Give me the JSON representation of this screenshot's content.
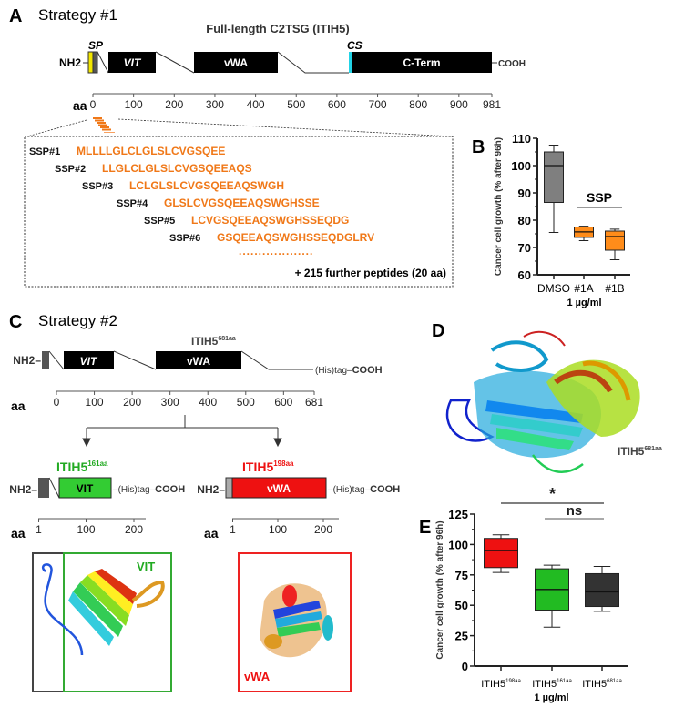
{
  "panelA": {
    "label": "A",
    "strategy": "Strategy #1",
    "title": "Full-length C2TSG (ITIH5)",
    "nterm": "NH2",
    "cterm": "COOH",
    "sp": "SP",
    "cs": "CS",
    "domains": [
      "VIT",
      "vWA",
      "C-Term"
    ],
    "axis_label": "aa",
    "ticks": [
      "0",
      "100",
      "200",
      "300",
      "400",
      "500",
      "600",
      "700",
      "800",
      "900",
      "981"
    ],
    "peptides": [
      {
        "name": "SSP#1",
        "seq": "MLLLLGLCLGLSLCVGSQEE"
      },
      {
        "name": "SSP#2",
        "seq": "LLGLCLGLSLCVGSQEEAQS"
      },
      {
        "name": "SSP#3",
        "seq": "LCLGLSLCVGSQEEAQSWGH"
      },
      {
        "name": "SSP#4",
        "seq": "GLSLCVGSQEEAQSWGHSSE"
      },
      {
        "name": "SSP#5",
        "seq": "LCVGSQEEAQSWGHSSEQDG"
      },
      {
        "name": "SSP#6",
        "seq": "GSQEEAQSWGHSSEQDGLRV"
      }
    ],
    "ellipsis": "...................",
    "footnote": "+ 215 further peptides (20 aa)"
  },
  "panelC": {
    "label": "C",
    "strategy": "Strategy #2",
    "title_base": "ITIH5",
    "title_sup": "681aa",
    "nterm": "NH2",
    "tag": "(His)tag",
    "cterm": "COOH",
    "domains": [
      "VIT",
      "vWA"
    ],
    "axis_label": "aa",
    "ticks": [
      "0",
      "100",
      "200",
      "300",
      "400",
      "500",
      "600",
      "681"
    ],
    "sub_left": {
      "base": "ITIH5",
      "sup": "161aa",
      "domain": "VIT",
      "ticks": [
        "1",
        "100",
        "200"
      ],
      "color": "#22bb22"
    },
    "sub_right": {
      "base": "ITIH5",
      "sup": "198aa",
      "domain": "vWA",
      "ticks": [
        "1",
        "100",
        "200"
      ],
      "color": "#ee1111"
    },
    "structure_left_label": "VIT",
    "structure_right_label": "vWA"
  },
  "panelD": {
    "label": "D",
    "structure_label_base": "ITIH5",
    "structure_label_sup": "681aa"
  },
  "chart_data": [
    {
      "panel": "B",
      "label": "B",
      "type": "box",
      "ylabel": "Cancer cell growth (% after 96h)",
      "xlabel": "1 µg/ml",
      "ylim": [
        60,
        110
      ],
      "yticks": [
        "60",
        "70",
        "80",
        "90",
        "100",
        "110"
      ],
      "categories": [
        "DMSO",
        "#1A",
        "#1B"
      ],
      "colors": [
        "#7f7f7f",
        "#ff8c1a",
        "#ff8c1a"
      ],
      "boxes": [
        {
          "min": 75.5,
          "q1": 86.5,
          "median": 100,
          "q3": 105,
          "max": 107.5
        },
        {
          "min": 72.5,
          "q1": 73.7,
          "median": 75.7,
          "q3": 77.5,
          "max": 77.8
        },
        {
          "min": 65.5,
          "q1": 69,
          "median": 74,
          "q3": 76,
          "max": 76.7
        }
      ],
      "annotation": "SSP"
    },
    {
      "panel": "E",
      "label": "E",
      "type": "box",
      "ylabel": "Cancer cell growth (% after 96h)",
      "xlabel": "1 µg/ml",
      "ylim": [
        0,
        125
      ],
      "yticks": [
        "0",
        "25",
        "50",
        "75",
        "100",
        "125"
      ],
      "categories": [
        {
          "base": "ITIH5",
          "sup": "198aa"
        },
        {
          "base": "ITIH5",
          "sup": "161aa"
        },
        {
          "base": "ITIH5",
          "sup": "681aa"
        }
      ],
      "colors": [
        "#ee1111",
        "#22bb22",
        "#333333"
      ],
      "boxes": [
        {
          "min": 77,
          "q1": 81,
          "median": 95,
          "q3": 105,
          "max": 108
        },
        {
          "min": 32,
          "q1": 46,
          "median": 63,
          "q3": 80,
          "max": 83
        },
        {
          "min": 45,
          "q1": 49,
          "median": 61,
          "q3": 76,
          "max": 82
        }
      ],
      "significance": [
        {
          "text": "*",
          "from": 0,
          "to": 2
        },
        {
          "text": "ns",
          "from": 1,
          "to": 2
        }
      ]
    }
  ]
}
